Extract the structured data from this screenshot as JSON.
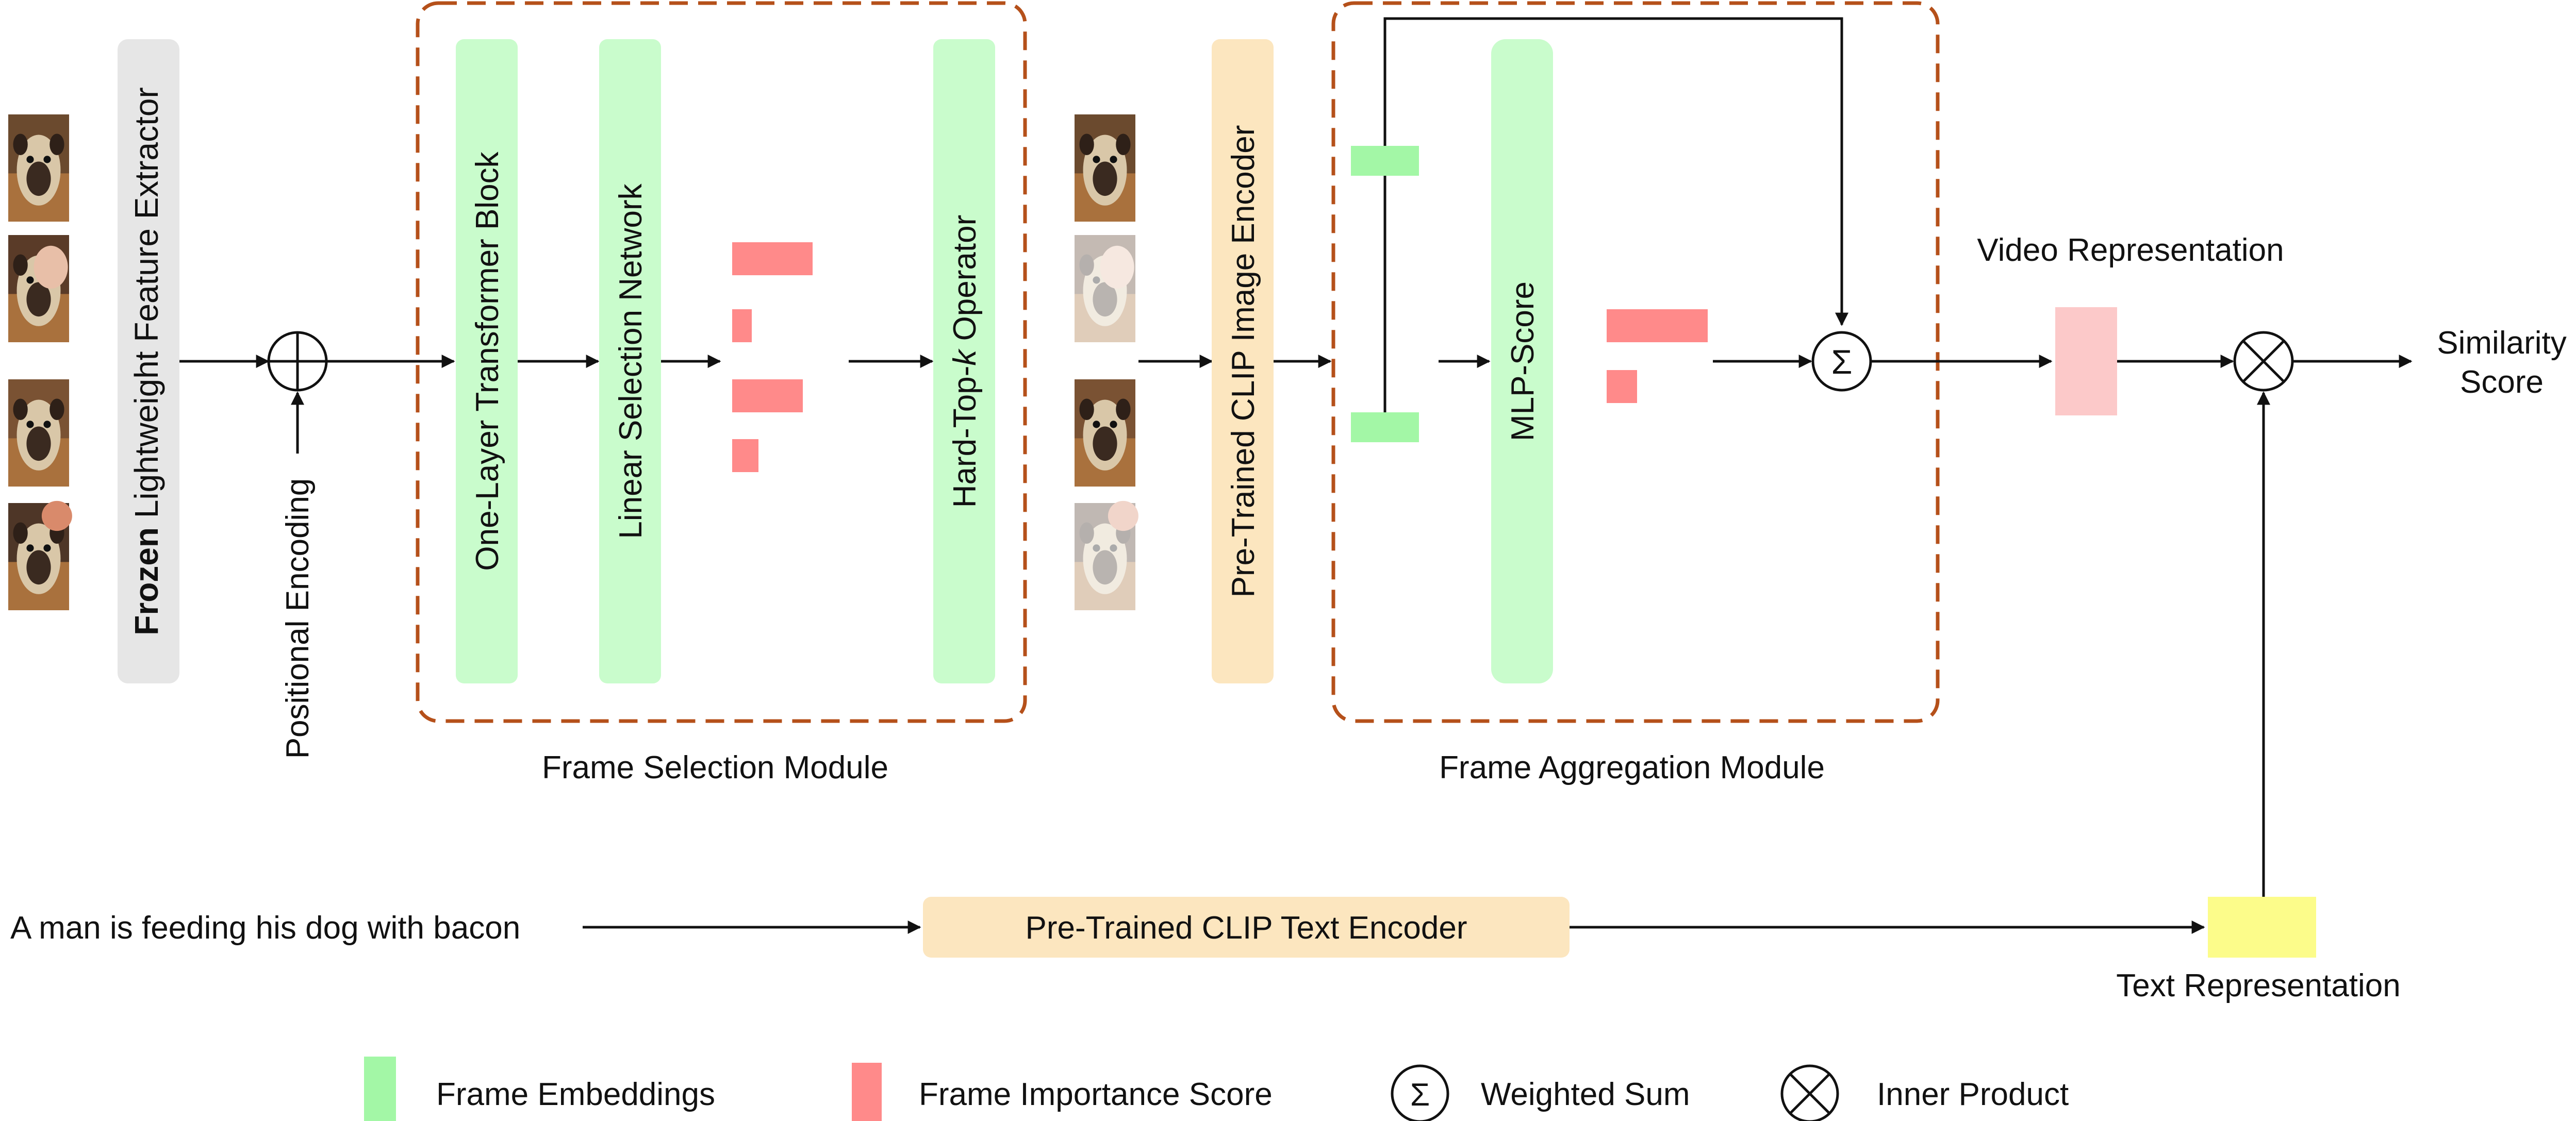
{
  "input_frames": {
    "items": [
      "frame-1",
      "frame-2",
      "frame-3",
      "frame-4"
    ]
  },
  "selected_frames": {
    "items": [
      "frame-1",
      "frame-2",
      "frame-3",
      "frame-4"
    ],
    "selected": [
      true,
      false,
      true,
      false
    ]
  },
  "blocks": {
    "extractor_bold": "Frozen",
    "extractor_rest": " Lightweight Feature Extractor",
    "positional_encoding": "Positional Encoding",
    "transformer": "One-Layer Transformer Block",
    "linear_selection": "Linear Selection Network",
    "hard_topk_prefix": "Hard-Top-",
    "hard_topk_k": "k",
    "hard_topk_suffix": " Operator",
    "clip_image": "Pre-Trained CLIP Image Encoder",
    "mlp_score": "MLP-Score",
    "clip_text": "Pre-Trained CLIP Text Encoder"
  },
  "modules": {
    "selection": "Frame Selection Module",
    "aggregation": "Frame Aggregation Module"
  },
  "symbols": {
    "sum": "Σ"
  },
  "outputs": {
    "video_representation": "Video Representation",
    "similarity_line1": "Similarity",
    "similarity_line2": "Score",
    "text_representation": "Text Representation"
  },
  "query_text": "A man is feeding his dog with bacon",
  "scores": {
    "selection_scores": [
      0.82,
      0.2,
      0.72,
      0.27
    ],
    "aggregation_scores": [
      1.0,
      0.3
    ]
  },
  "legend": {
    "frame_embeddings": "Frame Embeddings",
    "frame_importance": "Frame Importance Score",
    "weighted_sum": "Weighted Sum",
    "inner_product": "Inner Product"
  },
  "colors": {
    "green": "#c9fccc",
    "green_bright": "#a3f7a6",
    "red": "#ff8a8a",
    "orange_box": "#fce6bf",
    "gray_box": "#e6e6e6",
    "pink_video": "#fcc9c9",
    "yellow_text": "#fcfc8a",
    "module_border": "#b5501a"
  }
}
